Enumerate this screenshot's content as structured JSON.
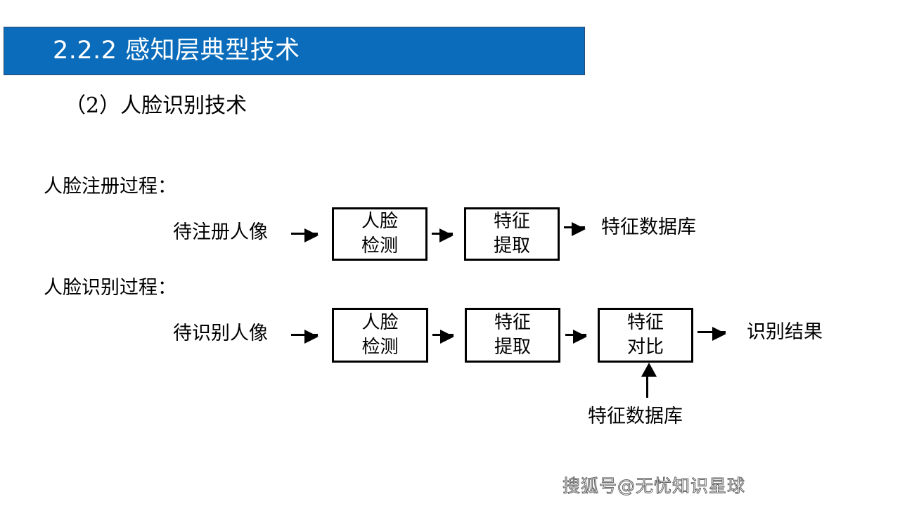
{
  "slide": {
    "title": "2.2.2 感知层典型技术",
    "subtitle": "（2）人脸识别技术",
    "banner_color": "#0a6cba",
    "banner_text_color": "#ffffff",
    "background_color": "#ffffff"
  },
  "flows": [
    {
      "id": "face-registration",
      "label": "人脸注册过程：",
      "input": "待注册人像",
      "output": "特征数据库",
      "steps": [
        {
          "line1": "人脸",
          "line2": "检测"
        },
        {
          "line1": "特征",
          "line2": "提取"
        }
      ]
    },
    {
      "id": "face-recognition",
      "label": "人脸识别过程：",
      "input": "待识别人像",
      "output": "识别结果",
      "steps": [
        {
          "line1": "人脸",
          "line2": "检测"
        },
        {
          "line1": "特征",
          "line2": "提取"
        },
        {
          "line1": "特征",
          "line2": "对比"
        }
      ],
      "feed_label": "特征数据库"
    }
  ],
  "watermark": {
    "text": "搜狐号@无忧知识星球"
  }
}
